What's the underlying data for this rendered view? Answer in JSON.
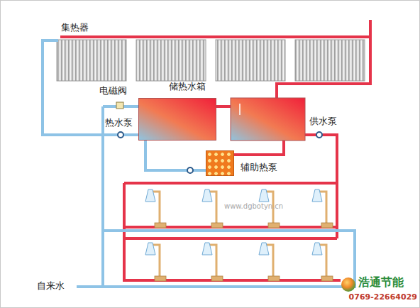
{
  "diagram": {
    "nodes": [
      {
        "text": [
          "集热器"
        ]
      },
      {
        "text": [
          "储热水箱"
        ]
      },
      {
        "text": [
          "辅助热泵"
        ]
      }
    ],
    "edges": [
      {
        "from": 0,
        "to": 1,
        "arrow": "none"
      },
      {
        "from": 1,
        "to": 2,
        "arrow": "none"
      }
    ],
    "labels": [
      "电磁阀",
      "热水泵",
      "供水泵",
      "自来水",
      "www.dgbotyn.cn",
      "浩通节能",
      "0769-22664029"
    ]
  }
}
